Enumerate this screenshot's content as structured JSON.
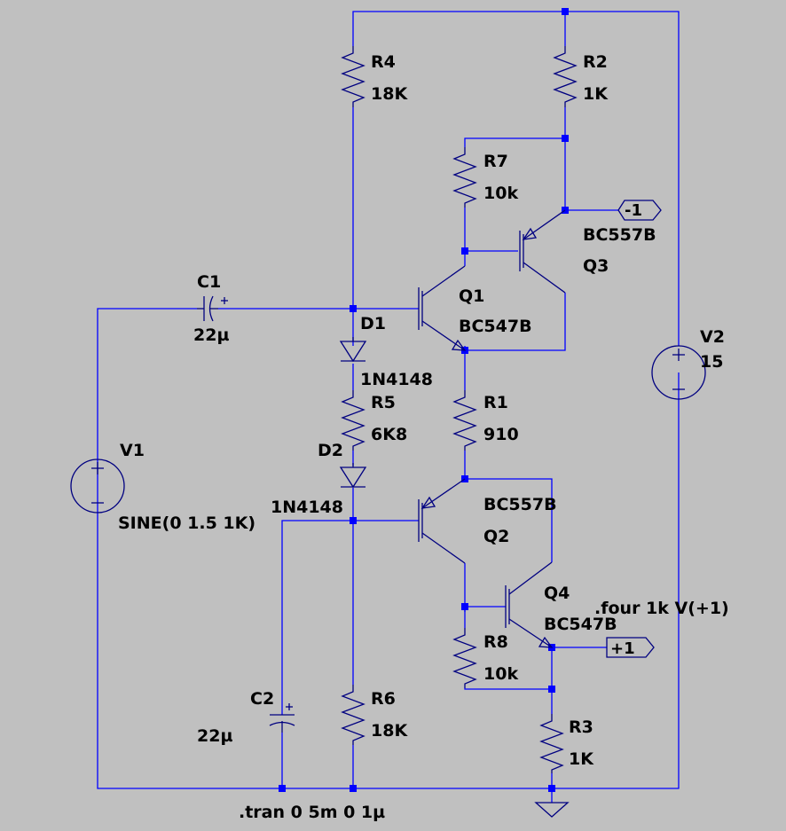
{
  "components": {
    "R1": {
      "name": "R1",
      "value": "910"
    },
    "R2": {
      "name": "R2",
      "value": "1K"
    },
    "R3": {
      "name": "R3",
      "value": "1K"
    },
    "R4": {
      "name": "R4",
      "value": "18K"
    },
    "R5": {
      "name": "R5",
      "value": "6K8"
    },
    "R6": {
      "name": "R6",
      "value": "18K"
    },
    "R7": {
      "name": "R7",
      "value": "10k"
    },
    "R8": {
      "name": "R8",
      "value": "10k"
    },
    "C1": {
      "name": "C1",
      "value": "22µ"
    },
    "C2": {
      "name": "C2",
      "value": "22µ"
    },
    "D1": {
      "name": "D1",
      "value": "1N4148"
    },
    "D2": {
      "name": "D2",
      "value": "1N4148"
    },
    "Q1": {
      "name": "Q1",
      "value": "BC547B"
    },
    "Q2": {
      "name": "Q2",
      "value": "BC557B"
    },
    "Q3": {
      "name": "Q3",
      "value": "BC557B"
    },
    "Q4": {
      "name": "Q4",
      "value": "BC547B"
    },
    "V1": {
      "name": "V1",
      "value": "SINE(0 1.5 1K)"
    },
    "V2": {
      "name": "V2",
      "value": "15"
    }
  },
  "net_labels": {
    "minus": "-1",
    "plus": "+1"
  },
  "directives": {
    "tran": ".tran 0 5m 0 1µ",
    "four": ".four 1k V(+1)"
  },
  "colors": {
    "background": "#c0c0c0",
    "wire": "#0000ff",
    "component": "#000080",
    "text": "#000000"
  }
}
